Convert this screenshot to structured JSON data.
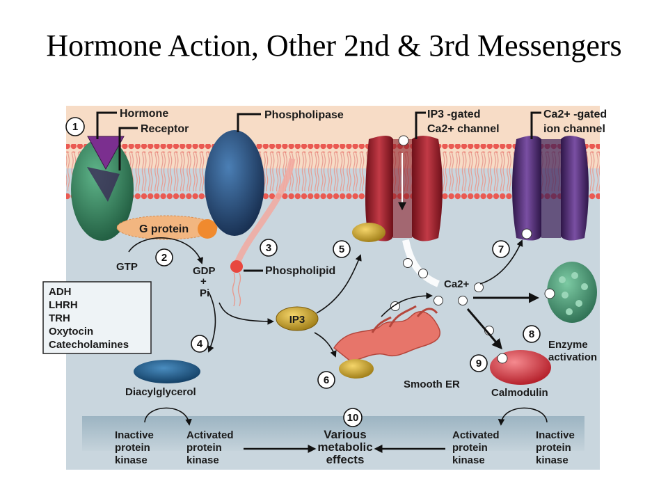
{
  "title": "Hormone Action, Other 2nd & 3rd Messengers",
  "labels": {
    "hormone": "Hormone",
    "receptor": "Receptor",
    "phospholipase": "Phospholipase",
    "ip3_channel_line1": "IP3 -gated",
    "ip3_channel_line2": "Ca2+ channel",
    "ca_channel_line1": "Ca2+ -gated",
    "ca_channel_line2": "ion channel",
    "g_protein": "G protein",
    "gtp": "GTP",
    "gdp": "GDP",
    "plus": "+",
    "pi": "Pi",
    "phospholipid": "Phospholipid",
    "ip3": "IP3",
    "ca2": "Ca2+",
    "diacylglycerol": "Diacylglycerol",
    "smooth_er": "Smooth ER",
    "calmodulin": "Calmodulin",
    "enzyme_activation_line1": "Enzyme",
    "enzyme_activation_line2": "activation",
    "inactive_pk_left": [
      "Inactive",
      "protein",
      "kinase"
    ],
    "activated_pk_left": [
      "Activated",
      "protein",
      "kinase"
    ],
    "various_effects": [
      "Various",
      "metabolic",
      "effects"
    ],
    "activated_pk_right": [
      "Activated",
      "protein",
      "kinase"
    ],
    "inactive_pk_right": [
      "Inactive",
      "protein",
      "kinase"
    ]
  },
  "hormone_list": [
    "ADH",
    "LHRH",
    "TRH",
    "Oxytocin",
    "Catecholamines"
  ],
  "steps": [
    "1",
    "2",
    "3",
    "4",
    "5",
    "6",
    "7",
    "8",
    "9",
    "10"
  ],
  "colors": {
    "extracellular": "#f7dcc6",
    "cytoplasm": "#c9d6de",
    "membrane_head": "#ea5a52",
    "receptor": "#2f7f5b",
    "phospholipase": "#23446e",
    "ip3_channel": "#9b1d2a",
    "ca_channel": "#4b2a6e",
    "g_protein": "#f2b680",
    "enzyme": "#3e8e6c",
    "calmodulin": "#d9333d",
    "diacylglycerol": "#1d5a8a",
    "smooth_er": "#e7756a",
    "ip3_badge": "#d6a52a"
  }
}
